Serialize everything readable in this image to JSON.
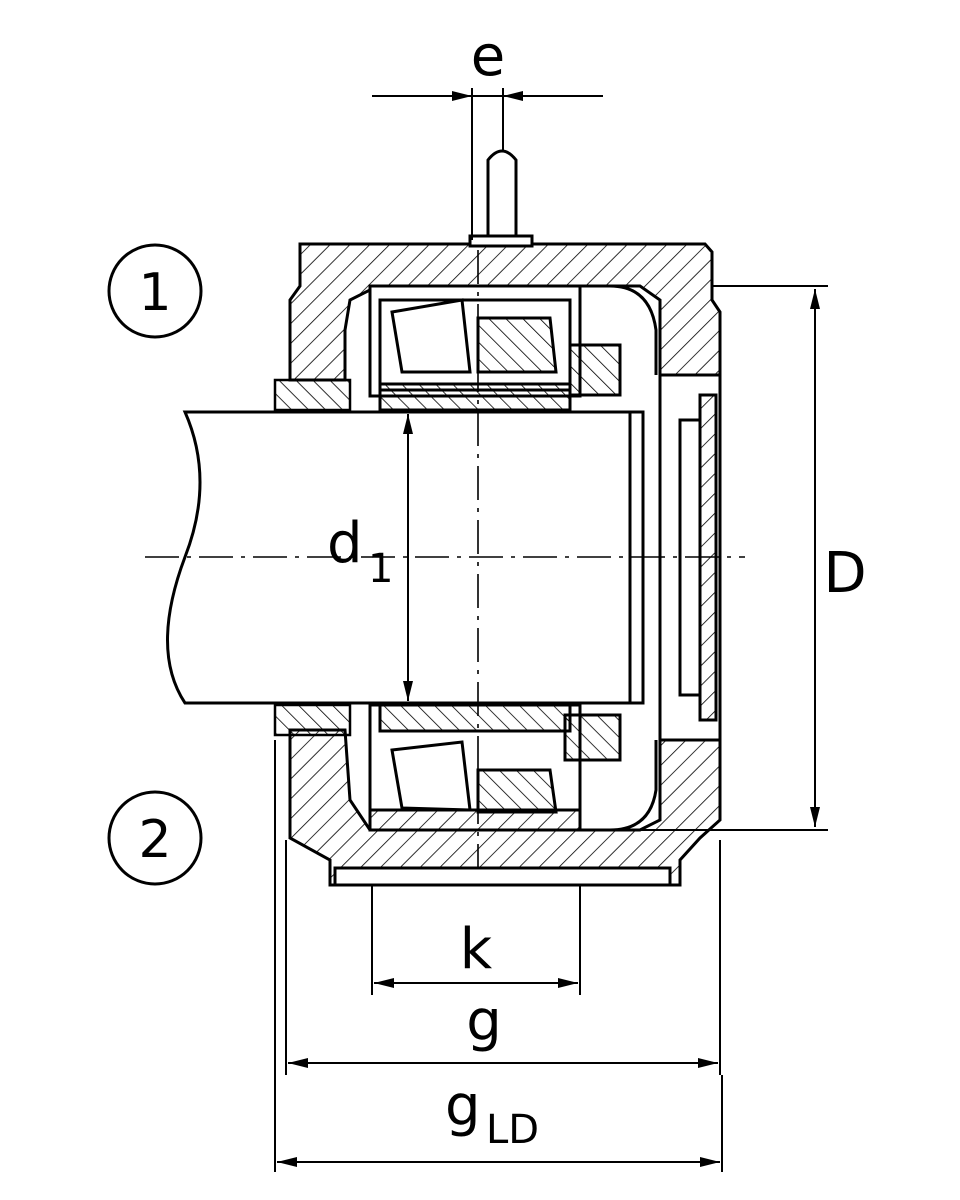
{
  "callouts": {
    "one": "1",
    "two": "2"
  },
  "dimensions": {
    "e": "e",
    "d1_main": "d",
    "d1_sub": "1",
    "D": "D",
    "k": "k",
    "g": "g",
    "gLD_main": "g",
    "gLD_sub": "LD"
  },
  "colors": {
    "line": "#000000",
    "background": "#ffffff"
  }
}
